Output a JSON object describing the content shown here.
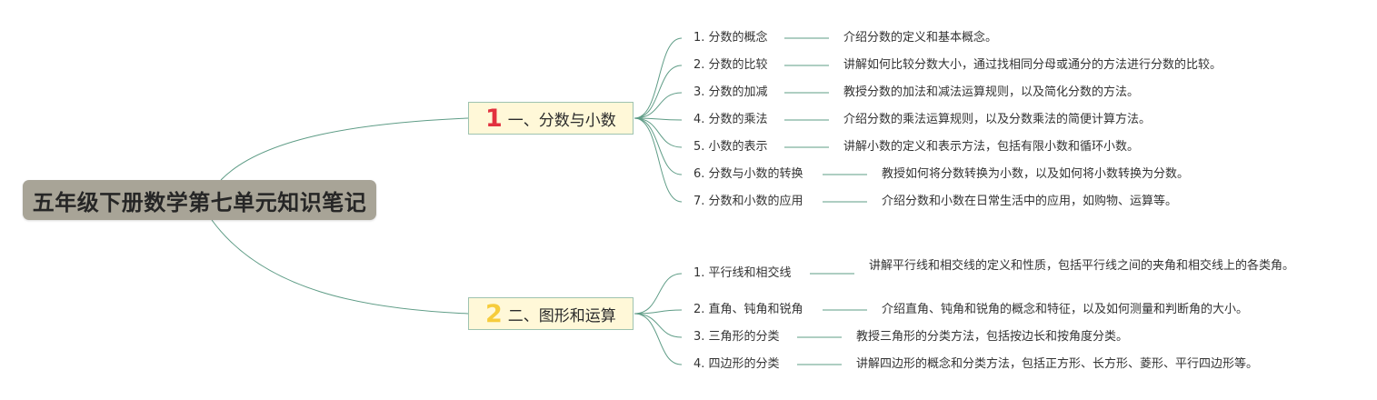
{
  "root": {
    "title": "五年级下册数学第七单元知识笔记"
  },
  "colors": {
    "root_bg": "#a8a497",
    "topic_bg": "#fff8d8",
    "topic_border": "#9ec3b0",
    "connector": "#5e9c86",
    "num_1": "#e2313f",
    "num_2": "#f6cc3c"
  },
  "topics": [
    {
      "number": "1",
      "label": "一、分数与小数",
      "items": [
        {
          "label": "1. 分数的概念",
          "description": "介绍分数的定义和基本概念。"
        },
        {
          "label": "2. 分数的比较",
          "description": "讲解如何比较分数大小，通过找相同分母或通分的方法进行分数的比较。"
        },
        {
          "label": "3. 分数的加减",
          "description": "教授分数的加法和减法运算规则，以及简化分数的方法。"
        },
        {
          "label": "4. 分数的乘法",
          "description": "介绍分数的乘法运算规则，以及分数乘法的简便计算方法。"
        },
        {
          "label": "5. 小数的表示",
          "description": "讲解小数的定义和表示方法，包括有限小数和循环小数。"
        },
        {
          "label": "6. 分数与小数的转换",
          "description": "教授如何将分数转换为小数，以及如何将小数转换为分数。"
        },
        {
          "label": "7. 分数和小数的应用",
          "description": "介绍分数和小数在日常生活中的应用，如购物、运算等。"
        }
      ]
    },
    {
      "number": "2",
      "label": "二、图形和运算",
      "items": [
        {
          "label": "1. 平行线和相交线",
          "description": "讲解平行线和相交线的定义和性质，包括平行线之间的夹角和相交线上的各类角。"
        },
        {
          "label": "2. 直角、钝角和锐角",
          "description": "介绍直角、钝角和锐角的概念和特征，以及如何测量和判断角的大小。"
        },
        {
          "label": "3. 三角形的分类",
          "description": "教授三角形的分类方法，包括按边长和按角度分类。"
        },
        {
          "label": "4. 四边形的分类",
          "description": "讲解四边形的概念和分类方法，包括正方形、长方形、菱形、平行四边形等。"
        }
      ]
    }
  ]
}
